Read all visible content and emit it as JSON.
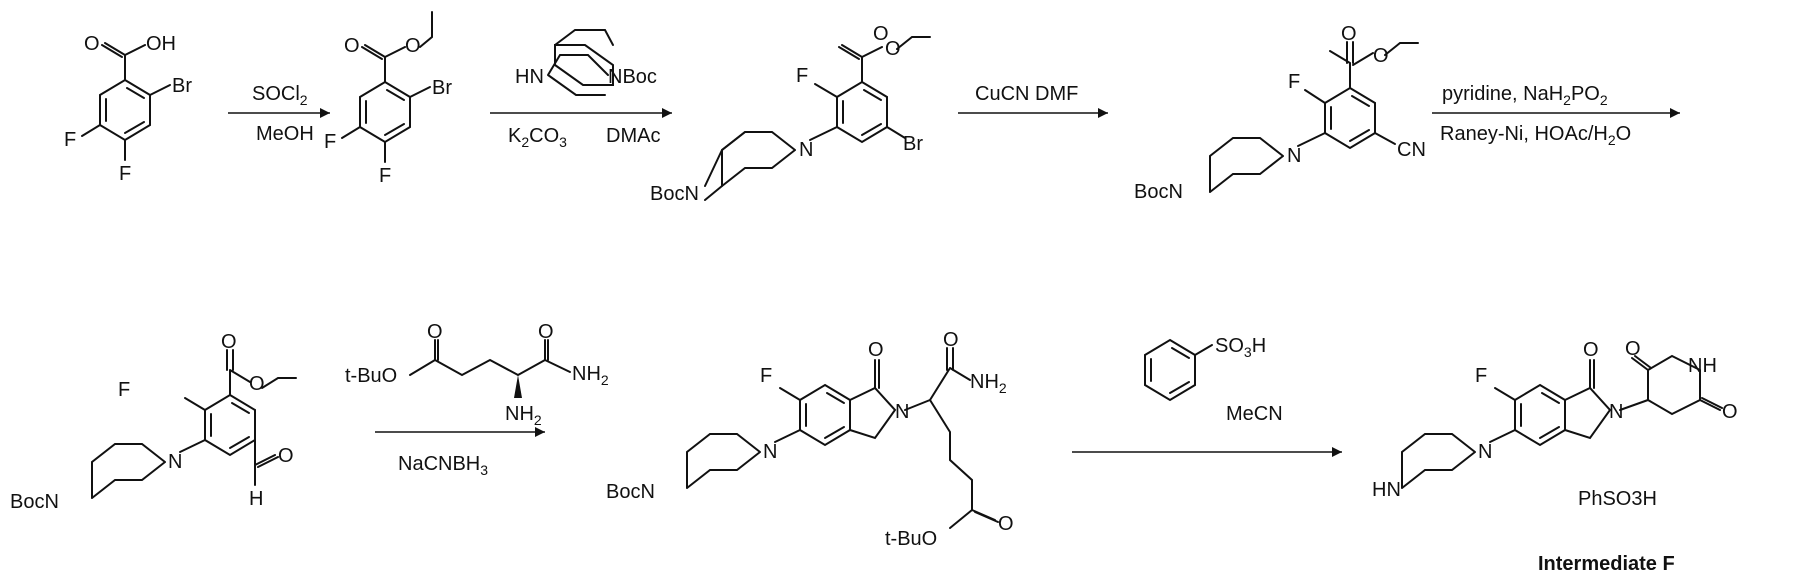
{
  "step1": {
    "reagent1": "SOCl",
    "reagent1_sub": "2",
    "reagent2": "MeOH"
  },
  "step2": {
    "reagent_nh": "HN",
    "reagent_nboc": "NBoc",
    "cond_a": "K",
    "cond_a_sub": "2",
    "cond_a_rest": "CO",
    "cond_a_sub2": "3",
    "cond_b": "DMAc"
  },
  "step3": {
    "reagent": "CuCN DMF"
  },
  "step4": {
    "line1a": "pyridine, NaH",
    "line1_sub1": "2",
    "line1b": "PO",
    "line1_sub2": "2",
    "line2a": "Raney-Ni, HOAc/H",
    "line2_sub": "2",
    "line2b": "O"
  },
  "step5": {
    "reagent": "NaCNBH",
    "reagent_sub": "3",
    "amine_tbu": "t-BuO",
    "amine_nh2": "NH",
    "amine_nh2_sub": "2",
    "amine_alpha_nh2": "NH",
    "amine_alpha_sub": "2"
  },
  "step6": {
    "acid": "SO",
    "acid_sub": "3",
    "acid_h": "H",
    "solvent": "MeCN"
  },
  "atoms": {
    "oh": "OH",
    "br": "Br",
    "f": "F",
    "o": "O",
    "boc_n": "BocN",
    "n": "N",
    "cn": "CN",
    "h": "H",
    "nh2": "NH",
    "nh2_sub": "2",
    "tbuo": "t-BuO",
    "hn": "HN",
    "nh": "NH"
  },
  "product": {
    "salt_label": "PhSO3H",
    "name": "Intermediate F"
  }
}
